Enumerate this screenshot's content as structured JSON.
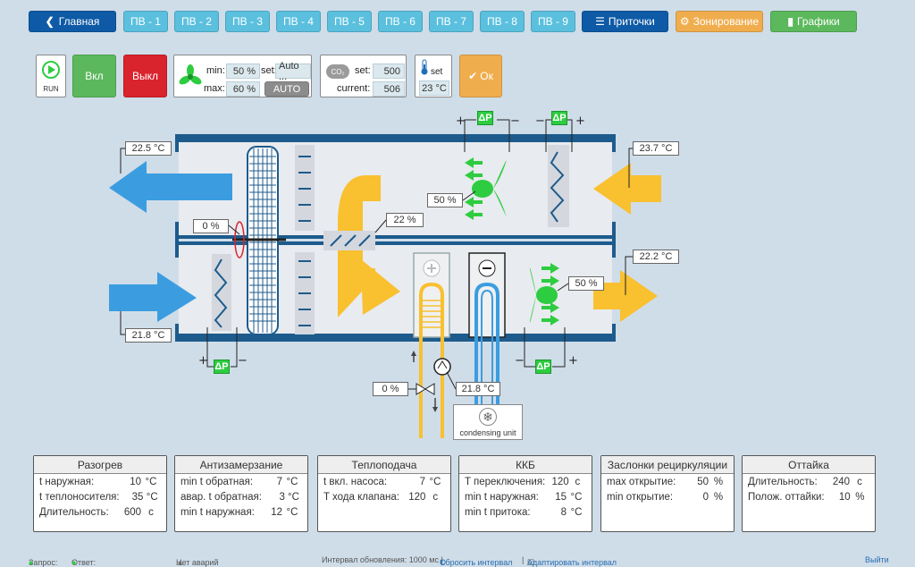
{
  "nav": {
    "home": "Главная",
    "pv_tabs": [
      "ПВ - 1",
      "ПВ - 2",
      "ПВ - 3",
      "ПВ - 4",
      "ПВ - 5",
      "ПВ - 6",
      "ПВ - 7",
      "ПВ - 8",
      "ПВ - 9"
    ],
    "supply": "Приточки",
    "zoning": "Зонирование",
    "charts": "Графики"
  },
  "controls": {
    "run": "RUN",
    "on": "Вкл",
    "off": "Выкл",
    "fan": {
      "min_label": "min:",
      "min_value": "50 %",
      "set_label": "set:",
      "set_value": "Auto ...",
      "max_label": "max:",
      "max_value": "60 %",
      "auto_button": "AUTO"
    },
    "co2": {
      "icon_text": "CO₂",
      "set_label": "set:",
      "set_value": "500",
      "current_label": "current:",
      "current_value": "506"
    },
    "temp": {
      "set_label": "set",
      "set_value": "23 °C"
    },
    "ok": "Ок"
  },
  "diagram": {
    "exhaust_out_temp": "22.5 °C",
    "outdoor_in_temp": "21.8 °C",
    "return_in_temp": "23.7 °C",
    "supply_out_temp": "22.2 °C",
    "rotor_bypass": "0 %",
    "recirc_damper": "22 %",
    "exhaust_fan": "50 %",
    "supply_fan": "50 %",
    "valve": "0 %",
    "water_temp": "21.8 °C",
    "condensing_unit": "condensing unit",
    "dp": "ΔP",
    "plus": "+",
    "minus": "−"
  },
  "panels": [
    {
      "title": "Разогрев",
      "rows": [
        {
          "k": "t наружная:",
          "v": "10",
          "u": "°C"
        },
        {
          "k": "t теплоносителя:",
          "v": "35",
          "u": "°C"
        },
        {
          "k": "Длительность:",
          "v": "600",
          "u": "с"
        }
      ]
    },
    {
      "title": "Антизамерзание",
      "rows": [
        {
          "k": "min t обратная:",
          "v": "7",
          "u": "°C"
        },
        {
          "k": "авар. t обратная:",
          "v": "3",
          "u": "°C"
        },
        {
          "k": "min t наружная:",
          "v": "12",
          "u": "°C"
        }
      ]
    },
    {
      "title": "Теплоподача",
      "rows": [
        {
          "k": "t вкл. насоса:",
          "v": "7",
          "u": "°C"
        },
        {
          "k": "T хода клапана:",
          "v": "120",
          "u": "с"
        }
      ]
    },
    {
      "title": "ККБ",
      "rows": [
        {
          "k": "T переключения:",
          "v": "120",
          "u": "с"
        },
        {
          "k": "min t наружная:",
          "v": "15",
          "u": "°C"
        },
        {
          "k": "min t притока:",
          "v": "8",
          "u": "°C"
        }
      ]
    },
    {
      "title": "Заслонки рециркуляции",
      "rows": [
        {
          "k": "max открытие:",
          "v": "50",
          "u": "%"
        },
        {
          "k": "min открытие:",
          "v": "0",
          "u": "%"
        }
      ]
    },
    {
      "title": "Оттайка",
      "rows": [
        {
          "k": "Длительность:",
          "v": "240",
          "u": "с"
        },
        {
          "k": "Полож. оттайки:",
          "v": "10",
          "u": "%"
        }
      ]
    }
  ],
  "footer": {
    "request": "Запрос:",
    "response": "Ответ:",
    "alarms": "Нет аварий",
    "interval": "Интервал обновления: 1000 мс |",
    "reset": "Сбросить интервал",
    "sep": "|",
    "adapt": "Адаптировать интервал",
    "exit": "Выйти"
  },
  "colors": {
    "duct": "#1d5b8c",
    "cold_arrow": "#3b9de0",
    "warm_arrow": "#f9c02f",
    "fan": "#2ecc40"
  }
}
